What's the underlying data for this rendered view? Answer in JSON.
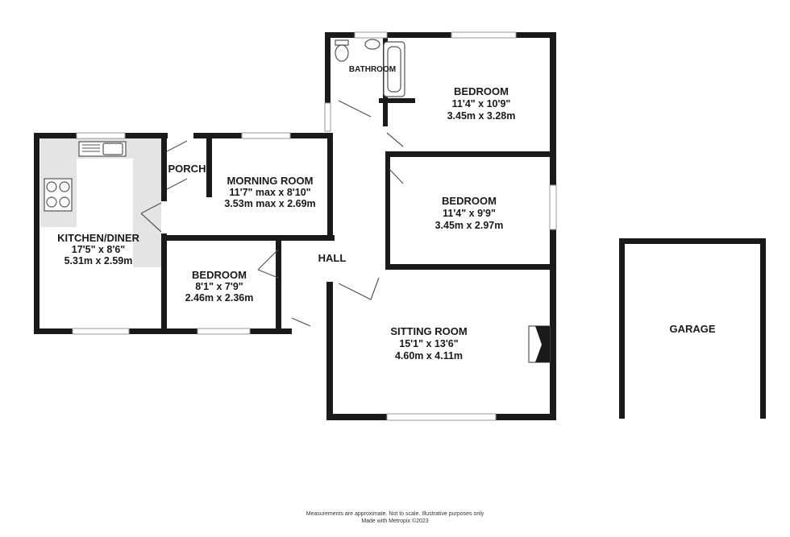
{
  "rooms": {
    "bathroom": {
      "name": "BATHROOM"
    },
    "bedroom1": {
      "name": "BEDROOM",
      "imperial": "11'4\" x 10'9\"",
      "metric": "3.45m x 3.28m"
    },
    "bedroom2": {
      "name": "BEDROOM",
      "imperial": "11'4\" x 9'9\"",
      "metric": "3.45m x 2.97m"
    },
    "bedroom3": {
      "name": "BEDROOM",
      "imperial": "8'1\" x 7'9\"",
      "metric": "2.46m x 2.36m"
    },
    "porch": {
      "name": "PORCH"
    },
    "morning_room": {
      "name": "MORNING ROOM",
      "imperial": "11'7\" max x 8'10\"",
      "metric": "3.53m max x 2.69m"
    },
    "kitchen": {
      "name": "KITCHEN/DINER",
      "imperial": "17'5\" x 8'6\"",
      "metric": "5.31m x 2.59m"
    },
    "hall": {
      "name": "HALL"
    },
    "sitting_room": {
      "name": "SITTING ROOM",
      "imperial": "15'1\" x 13'6\"",
      "metric": "4.60m x 4.11m"
    },
    "garage": {
      "name": "GARAGE"
    }
  },
  "footer": {
    "line1": "Measurements are approximate.  Not to scale.  Illustrative purposes only",
    "line2": "Made with Metropix ©2023"
  }
}
